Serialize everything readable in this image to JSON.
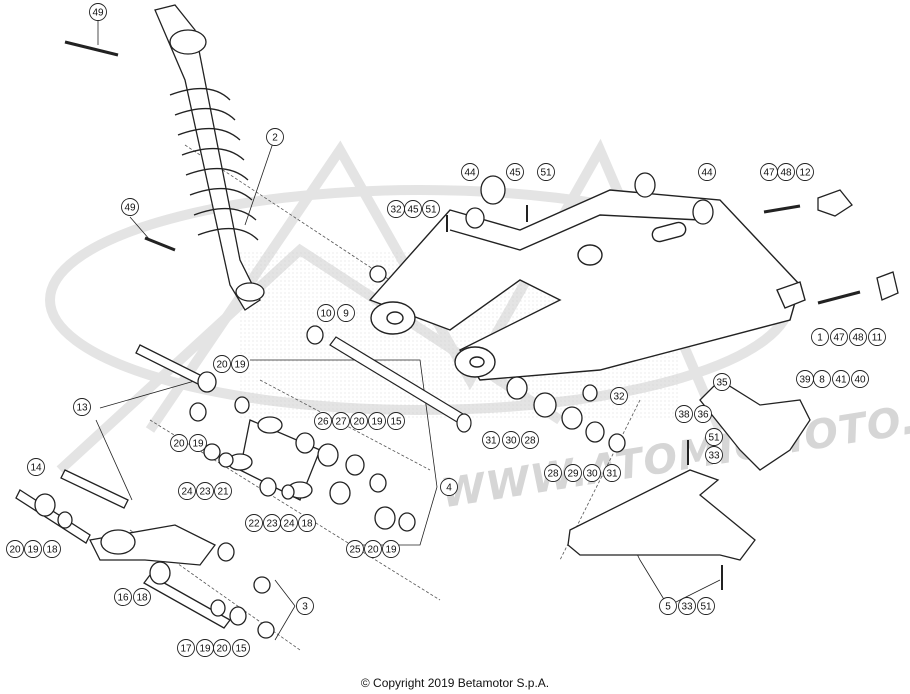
{
  "diagram": {
    "watermark_url": "WWW.ATOMICMOTO.FR",
    "copyright": "© Copyright 2019 Betamotor S.p.A.",
    "callouts": [
      {
        "id": "c49a",
        "label": "49"
      },
      {
        "id": "c2",
        "label": "2"
      },
      {
        "id": "c49b",
        "label": "49"
      },
      {
        "id": "c44a",
        "label": "44"
      },
      {
        "id": "c45a",
        "label": "45"
      },
      {
        "id": "c51a",
        "label": "51"
      },
      {
        "id": "c44b",
        "label": "44"
      },
      {
        "id": "c47a",
        "label": "47"
      },
      {
        "id": "c48a",
        "label": "48"
      },
      {
        "id": "c12",
        "label": "12"
      },
      {
        "id": "c32a",
        "label": "32"
      },
      {
        "id": "c45b",
        "label": "45"
      },
      {
        "id": "c51b",
        "label": "51"
      },
      {
        "id": "c10",
        "label": "10"
      },
      {
        "id": "c9",
        "label": "9"
      },
      {
        "id": "c1",
        "label": "1"
      },
      {
        "id": "c47b",
        "label": "47"
      },
      {
        "id": "c48b",
        "label": "48"
      },
      {
        "id": "c11",
        "label": "11"
      },
      {
        "id": "c20a",
        "label": "20"
      },
      {
        "id": "c19a",
        "label": "19"
      },
      {
        "id": "c39",
        "label": "39"
      },
      {
        "id": "c8",
        "label": "8"
      },
      {
        "id": "c41",
        "label": "41"
      },
      {
        "id": "c40",
        "label": "40"
      },
      {
        "id": "c35",
        "label": "35"
      },
      {
        "id": "c32b",
        "label": "32"
      },
      {
        "id": "c13",
        "label": "13"
      },
      {
        "id": "c38",
        "label": "38"
      },
      {
        "id": "c36",
        "label": "36"
      },
      {
        "id": "c26",
        "label": "26"
      },
      {
        "id": "c27",
        "label": "27"
      },
      {
        "id": "c20b",
        "label": "20"
      },
      {
        "id": "c19b",
        "label": "19"
      },
      {
        "id": "c15a",
        "label": "15"
      },
      {
        "id": "c51c",
        "label": "51"
      },
      {
        "id": "c31a",
        "label": "31"
      },
      {
        "id": "c30a",
        "label": "30"
      },
      {
        "id": "c28a",
        "label": "28"
      },
      {
        "id": "c20c",
        "label": "20"
      },
      {
        "id": "c19c",
        "label": "19"
      },
      {
        "id": "c33a",
        "label": "33"
      },
      {
        "id": "c14",
        "label": "14"
      },
      {
        "id": "c24a",
        "label": "24"
      },
      {
        "id": "c23a",
        "label": "23"
      },
      {
        "id": "c21",
        "label": "21"
      },
      {
        "id": "c28b",
        "label": "28"
      },
      {
        "id": "c29",
        "label": "29"
      },
      {
        "id": "c30b",
        "label": "30"
      },
      {
        "id": "c31b",
        "label": "31"
      },
      {
        "id": "c4",
        "label": "4"
      },
      {
        "id": "c22",
        "label": "22"
      },
      {
        "id": "c23b",
        "label": "23"
      },
      {
        "id": "c24b",
        "label": "24"
      },
      {
        "id": "c18a",
        "label": "18"
      },
      {
        "id": "c20d",
        "label": "20"
      },
      {
        "id": "c19d",
        "label": "19"
      },
      {
        "id": "c18b",
        "label": "18"
      },
      {
        "id": "c25",
        "label": "25"
      },
      {
        "id": "c20e",
        "label": "20"
      },
      {
        "id": "c19e",
        "label": "19"
      },
      {
        "id": "c16",
        "label": "16"
      },
      {
        "id": "c18c",
        "label": "18"
      },
      {
        "id": "c3",
        "label": "3"
      },
      {
        "id": "c5",
        "label": "5"
      },
      {
        "id": "c33b",
        "label": "33"
      },
      {
        "id": "c51d",
        "label": "51"
      },
      {
        "id": "c17",
        "label": "17"
      },
      {
        "id": "c19f",
        "label": "19"
      },
      {
        "id": "c20f",
        "label": "20"
      },
      {
        "id": "c15b",
        "label": "15"
      }
    ]
  }
}
